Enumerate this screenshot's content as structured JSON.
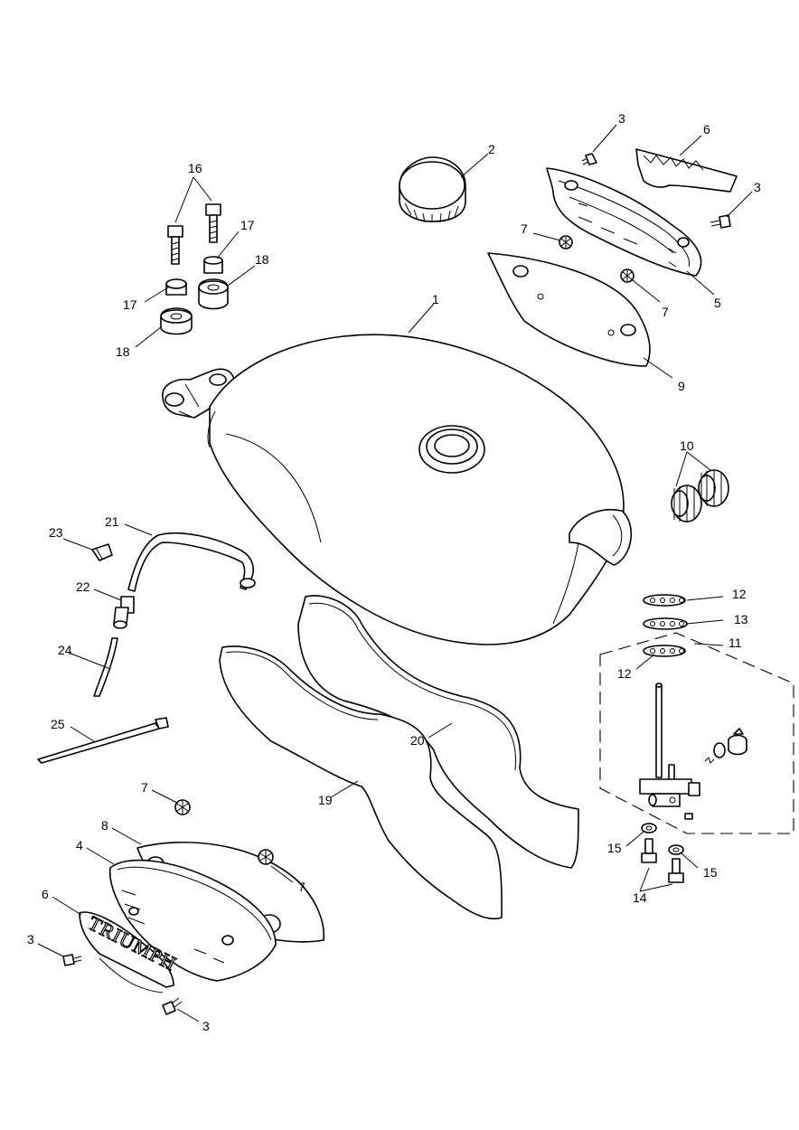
{
  "callouts": {
    "c1": "1",
    "c2": "2",
    "c3a": "3",
    "c3b": "3",
    "c3c": "3",
    "c3d": "3",
    "c4": "4",
    "c5": "5",
    "c6a": "6",
    "c6b": "6",
    "c7a": "7",
    "c7b": "7",
    "c7c": "7",
    "c7d": "7",
    "c8": "8",
    "c9": "9",
    "c10": "10",
    "c11": "11",
    "c12a": "12",
    "c12b": "12",
    "c13": "13",
    "c14": "14",
    "c15a": "15",
    "c15b": "15",
    "c16": "16",
    "c17a": "17",
    "c17b": "17",
    "c18a": "18",
    "c18b": "18",
    "c19": "19",
    "c20": "20",
    "c21": "21",
    "c22": "22",
    "c23": "23",
    "c24": "24",
    "c25": "25"
  },
  "badge_text": "TRIUMPH"
}
